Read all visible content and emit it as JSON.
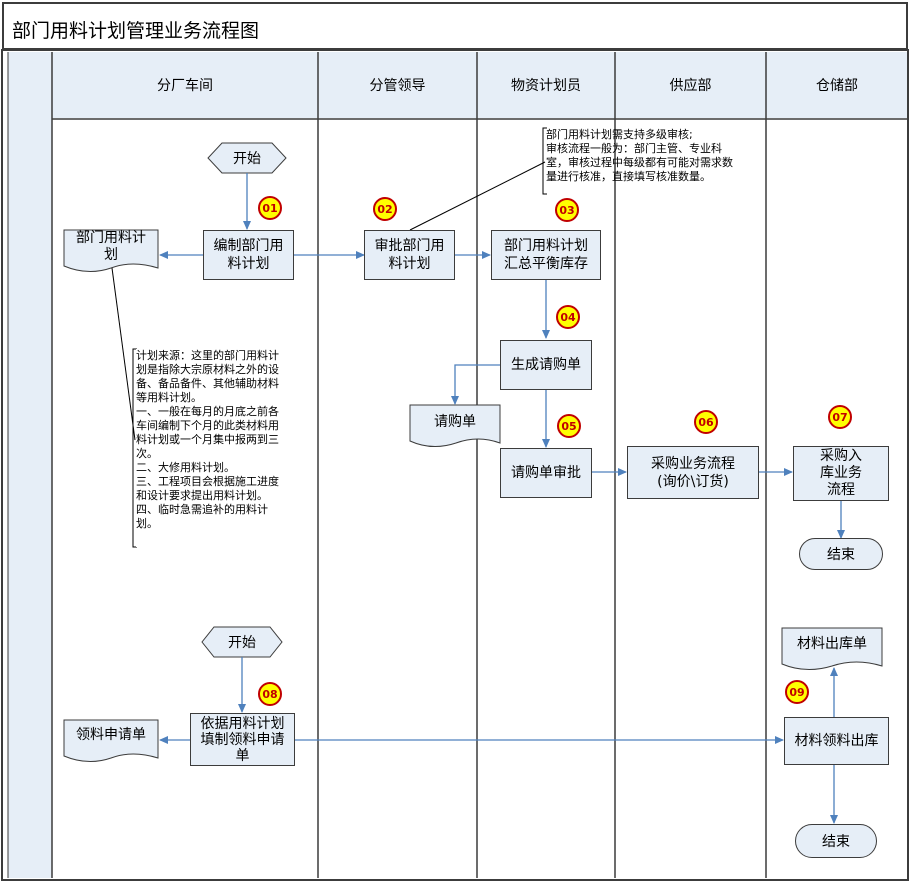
{
  "title": "部门用料计划管理业务流程图",
  "lanes": [
    "分厂车间",
    "分管领导",
    "物资计划员",
    "供应部",
    "仓储部"
  ],
  "badges": [
    "01",
    "02",
    "03",
    "04",
    "05",
    "06",
    "07",
    "08",
    "09"
  ],
  "nodes": {
    "start1": "开始",
    "compile_plan_l1": "编制部门用",
    "compile_plan_l2": "料计划",
    "doc_plan_l1": "部门用料计",
    "doc_plan_l2": "划",
    "approve_l1": "审批部门用",
    "approve_l2": "料计划",
    "summary_l1": "部门用料计划",
    "summary_l2": "汇总平衡库存",
    "gen_request": "生成请购单",
    "doc_request": "请购单",
    "review_request": "请购单审批",
    "purchase_l1": "采购业务流程",
    "purchase_l2": "(询价\\订货)",
    "stockin_l1": "采购入",
    "stockin_l2": "库业务",
    "stockin_l3": "流程",
    "end1": "结束",
    "start2": "开始",
    "fill_l1": "依据用料计划",
    "fill_l2": "填制领料申请",
    "fill_l3": "单",
    "doc_apply": "领料申请单",
    "issue": "材料领料出库",
    "doc_issue": "材料出库单",
    "end2": "结束"
  },
  "note_approval": [
    "部门用料计划需支持多级审核;",
    "审核流程一般为：部门主管、专业科",
    "室，审核过程中每级都有可能对需求数",
    "量进行核准，直接填写核准数量。"
  ],
  "note_source": [
    "计划来源：这里的部门用料计",
    "划是指除大宗原材料之外的设",
    "备、备品备件、其他辅助材料",
    "等用料计划。",
    "一、一般在每月的月底之前各",
    "车间编制下个月的此类材料用",
    "料计划或一个月集中报两到三",
    "次。",
    "二、大修用料计划。",
    "三、工程项目会根据施工进度",
    "和设计要求提出用料计划。",
    "四、临时急需追补的用料计",
    "划。"
  ]
}
